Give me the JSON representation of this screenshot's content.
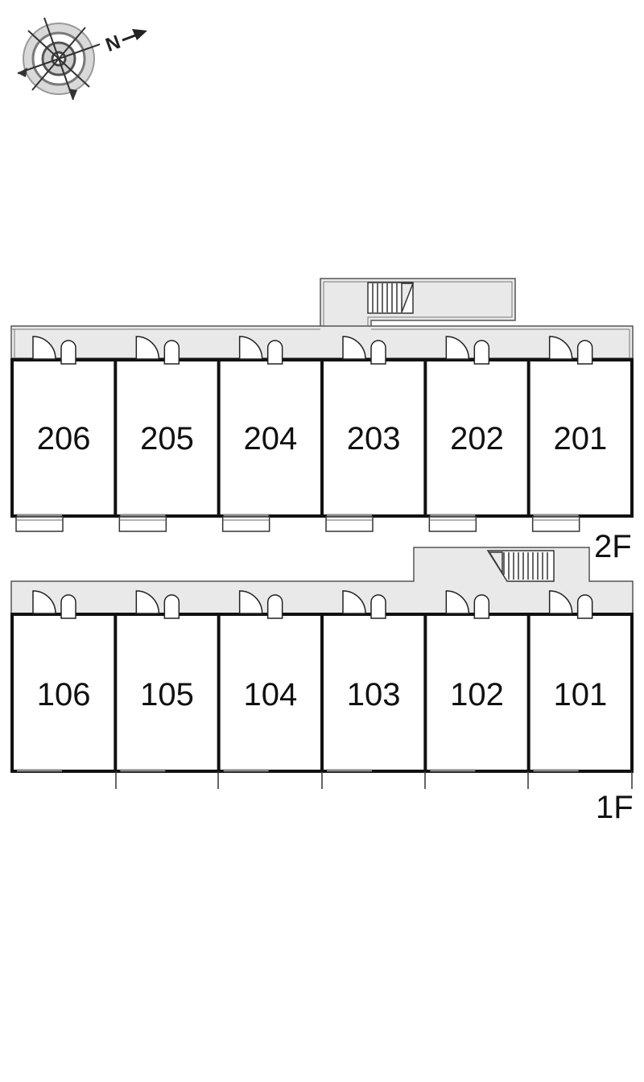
{
  "compass": {
    "north_label": "N",
    "icon": "compass-rose-icon"
  },
  "colors": {
    "corridor": "#e9e9e9",
    "wall": "#111111",
    "balcony": "#ffffff"
  },
  "floors": [
    {
      "label": "2F",
      "rooms": [
        "206",
        "205",
        "204",
        "203",
        "202",
        "201"
      ]
    },
    {
      "label": "1F",
      "rooms": [
        "106",
        "105",
        "104",
        "103",
        "102",
        "101"
      ]
    }
  ]
}
